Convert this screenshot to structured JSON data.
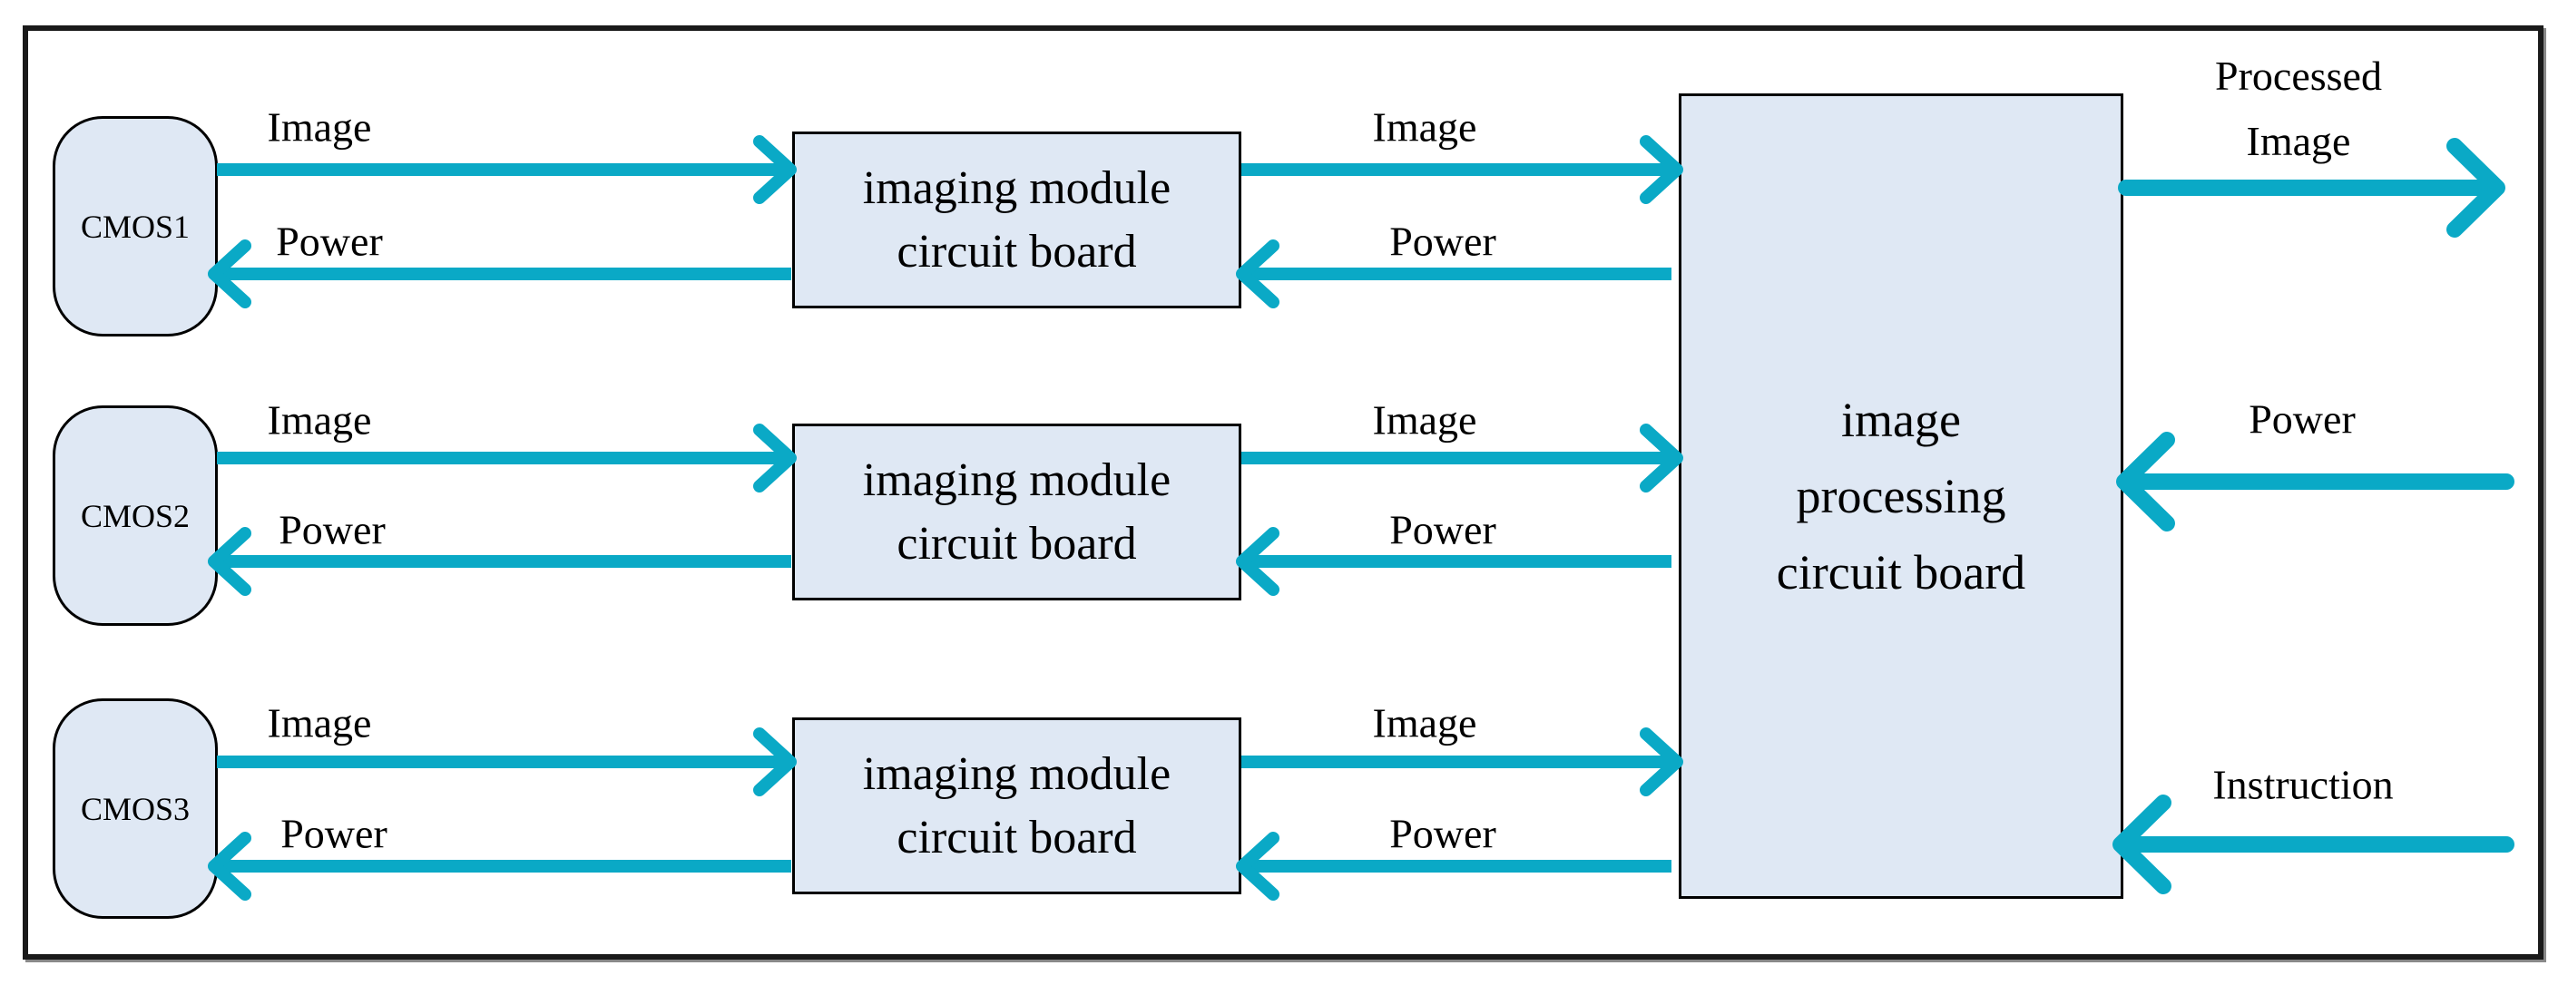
{
  "colors": {
    "arrow": "#0aa9c6",
    "node_fill": "#dfe8f4",
    "node_border": "#000000",
    "outer_border": "#1a1a1a",
    "text": "#000000",
    "background": "#ffffff"
  },
  "nodes": {
    "cmos": [
      {
        "label": "CMOS1"
      },
      {
        "label": "CMOS2"
      },
      {
        "label": "CMOS3"
      }
    ],
    "imaging_board": {
      "line1": "imaging module",
      "line2": "circuit board"
    },
    "processor": {
      "line1": "image",
      "line2": "processing",
      "line3": "circuit board"
    }
  },
  "flows": {
    "image": "Image",
    "power": "Power",
    "processed": {
      "line1": "Processed",
      "line2": "Image"
    },
    "instruction": "Instruction"
  }
}
